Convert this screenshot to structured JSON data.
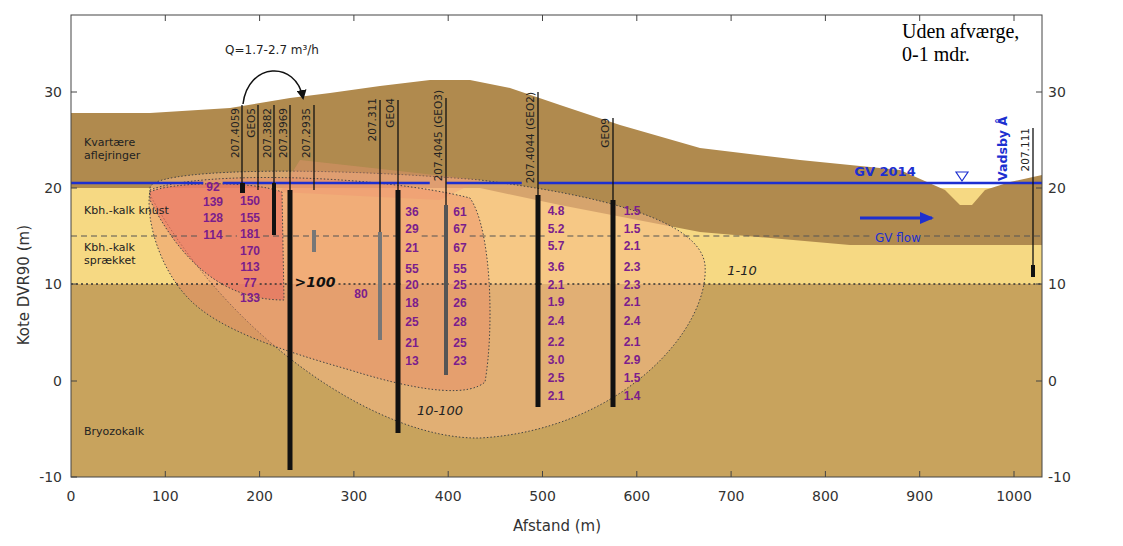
{
  "diagram": {
    "labels": [
      "Uden afværge, 0-1 mdr.",
      "Q=1.7-2.7 m³/h",
      "Kvartære aflejringer",
      "Kbh.-kalk knust",
      "Kbh.-kalk sprækket",
      "Bryozokalk",
      "207.4059",
      "GEO5",
      "207.3882",
      "207.3969",
      "207.2935",
      "207.311",
      "GEO4",
      "207.4045 (GEO3)",
      "207.4044 (GEO2)",
      "GEO9",
      "207.111",
      "Vadsby Å",
      "GV 2014",
      "GV flow",
      ">100",
      "10-100",
      "1-10",
      "92",
      "139",
      "128",
      "114",
      "150",
      "155",
      "181",
      "170",
      "113",
      "77",
      "133",
      "80",
      "36",
      "29",
      "21",
      "55",
      "20",
      "18",
      "25",
      "21",
      "13",
      "61",
      "67",
      "67",
      "55",
      "25",
      "26",
      "28",
      "25",
      "23",
      "4.8",
      "5.2",
      "5.7",
      "3.6",
      "2.1",
      "1.9",
      "2.4",
      "2.2",
      "3.0",
      "2.5",
      "2.1",
      "1.5",
      "1.5",
      "2.1",
      "2.3",
      "2.3",
      "2.1",
      "2.4",
      "2.1",
      "2.9",
      "1.5",
      "1.4",
      "30",
      "20",
      "10",
      "0",
      "-10",
      "30",
      "20",
      "10",
      "0",
      "-10",
      "0",
      "100",
      "200",
      "300",
      "400",
      "500",
      "600",
      "700",
      "800",
      "900",
      "1000",
      "Kote DVR90 (m)",
      "Afstand (m)"
    ]
  }
}
